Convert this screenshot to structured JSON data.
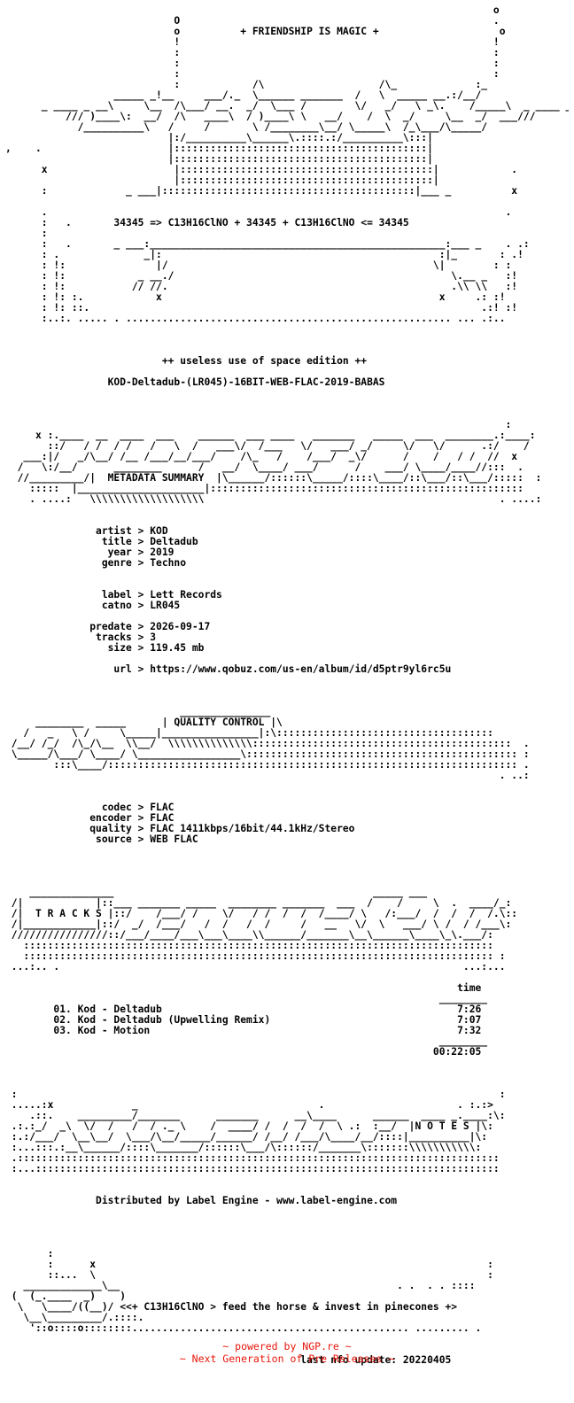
{
  "nfo": {
    "lines": [
      "                                                                                 o",
      "                            O                                                    .",
      "                            o          + FRIENDSHIP IS MAGIC +                    o",
      "                            !                                                    !",
      "                            :                                                    :",
      "                            :                                                    :",
      "                            :                                                    :",
      "                            :            /\\                   /\\_             :_",
      "                  _____ _!__     ___/._  \\______ _______  /   \\  _____ __.:/__/",
      "      _ ____ _ __\\     \\__  /\\___/ __.  _/  \\___ /        \\/   _/   \\ _\\.    /_____\\  _ ____ _",
      "          /// )____\\:  __/  /\\   ____\\  / )____\\ \\   __/    /  \\  _/     \\__  _/  ___/// ",
      "            /__________\\   /     /       \\ /________\\__/ \\_____\\  /_\\___/\\_____/",
      "                           |:/__________\\______\\.::::.:/__________\\:::|",
      ",    .                     |::::::::::::::::::::::::::::::::::::::::::|",
      "                           |::::::::::::::::::::::::::::::::::::::::::|",
      "      x                     |::::::::::::::::::::::::::::::::::::::::::|            .",
      "                            |::::::::::::::::::::::::::::::::::::::::::|",
      "      :             _ ___|::::::::::::::::::::::::::::::::::::::::::|___ _          x",
      "",
      "      .                                                                            .",
      "      :   .       34345 => C13H16ClNO + 34345 + C13H16ClNO <= 34345",
      "      :",
      "      :   .       _ ___:_________________________________________________:___ _    . .:",
      "      : .              _|:                                              :|_       : .!",
      "      : !:               |/                                            \\|        : :",
      "      : !:            _ __./                                              \\.__ _   :!",
      "      : !:           // //.                                               .\\\\ \\\\   :!",
      "      : !: :.            x                                              x     .: :!",
      "      : !: ::.                                                                 .:! :!",
      "      :..:. ..... . ...................................................... ... .:..",
      "",
      "",
      "",
      "                          ++ useless use of space edition ++",
      "",
      "                 KOD-Deltadub-(LR045)-16BIT-WEB-FLAC-2019-BABAS",
      "",
      "",
      "",
      "                                                                                   :",
      "     x :.____  __  ____  ___    ______  ___ ____   _______   _____  ___  ________.:____:",
      "       ::/   / /  / /   /   \\  /   ___\\/  /___   \\/   ___/ _/     \\/   \\/      .:/    /",
      "   ___:|/   _/\\__/ /__ /___/__/___/    /\\_   /    /___/  _\\/      /    /   / /  //  x",
      "  /   \\:/__/      ________      /   __/  \\____/ ___/      /    ___/ \\____/____//:::  .",
      "  //_________/|  METADATA SUMMARY  |\\______/::::::\\_____/::::\\____/::\\___/::\\___/:::::  :",
      "    :::::  |_____________________|::::::::::::::::::::::::::::::::::::::::::::::::::::",
      "    . ....:   \\\\\\\\\\\\\\\\\\\\\\\\\\\\\\\\\\\\\\                                                 . ....:",
      "",
      "",
      "               artist > KOD",
      "                title > Deltadub",
      "                 year > 2019",
      "                genre > Techno",
      "",
      "",
      "                label > Lett Records",
      "                catno > LR045",
      "",
      "              predate > 2026-09-17",
      "               tracks > 3",
      "                 size > 119.45 mb",
      "",
      "                  url > https://www.qobuz.com/us-en/album/id/d5ptr9yl6rc5u",
      "",
      "",
      "",
      "                             _______________",
      "     ________  _____      | QUALITY CONTROL |\\",
      "   /   _   \\ /     \\_____|________________|:\\::::::::::::::::::::::::::::::::::::",
      " /__/ /_/  /\\_/\\__  \\\\__/  \\\\\\\\\\\\\\\\\\\\\\\\\\\\:::::::::::::::::::::::::::::::::::::::::::  .",
      " \\_____/\\___/ \\____/ \\_________________\\::::::::::::::::::::::::::::::::::::::::::::: :",
      "        :::\\____/:::::::::::::::::::::::::::::::::::::::::::::::::::::::::::::::::::: .",
      "                                                                                  . ..:",
      "",
      "",
      "                codec > FLAC",
      "              encoder > FLAC",
      "              quality > FLAC 1411kbps/16bit/44.1kHz/Stereo",
      "               source > WEB FLAC",
      "",
      "",
      "",
      "",
      "    ______________                                           _____ ___",
      " /|            |::___ _______ _____  ________ _______  ___  /    /     \\  .  ____/_:",
      " /|  T R A C K S |::/    /___/ /    \\/   / /  /  /  /____/ \\   /:___/  /  /  /  /.\\::",
      " /|____________|::/  _/  /___/   /  /   /  /     /   __   \\/  \\   ___/ \\ /  / /___\\:",
      " ////////////////::/___/____/___\\___\\____\\\\______/_______\\__\\______\\____\\_\\.___/:",
      "   ::::::::::::::::::::::::::::::::::::::::::::::::::::::::::::::::::::::::::::::",
      "   :::::::::::::::::::::::::::::::::::::::::::::::::::::::::::::::::::::::::::::: :",
      " ...:.. .                                                                   ...:...",
      "",
      "                                                                           time",
      "                                                                        ________",
      "        01. Kod - Deltadub                                                 7:26",
      "        02. Kod - Deltadub (Upwelling Remix)                               7:07",
      "        03. Kod - Motion                                                   7:32",
      "                                                                        ________",
      "                                                                       00:22:05",
      "",
      "",
      "",
      " :                                                                                :",
      " .....:x             _                              .                      . :.:>",
      "    .::.    _________/_______      _______      __\\____      ______  ____ _.____:\\:",
      " .:.:_/  _\\  \\/  /   /  / ._ \\    /  ____/ /  /  /  /  \\ .:  :__/  |N O T E S |\\:",
      " :.:/___/  \\__\\__/  \\___/\\__/_____/______/ /__/ /___/\\____/__/::::|__________|\\:",
      " :...:::.:__\\______/::::\\_______/::::::\\___/\\::::::/_______\\:::::::\\\\\\\\\\\\\\\\\\\\\\:",
      " .::::::::::::::::::::::::::::::::::::::::::::::::::::::::::::::::::::::::::::::::",
      " :...:::::::::::::::::::::::::::::::::::::::::::::::::::::::::::::::::::::::::::::",
      "",
      "",
      "               Distributed by Label Engine - www.label-engine.com",
      "",
      "",
      "",
      "",
      "       :",
      "       :      x                                                                 :",
      "       ::...  \\                                                                 :",
      "   _____________\\__                                              . .  . . ::::",
      " (  (_.____  _)    )",
      "  \\   \\____/((__)/ <<+ C13H16ClNO > feed the horse & invest in pinecones +>",
      "   \\__\\_________/.::::.",
      "    '::o::::o::::::::.............................................. ......... .",
      "",
      "",
      "                                                 last nfo update: 20220405"
    ]
  },
  "footer": {
    "powered_by": "~ powered by NGP.re ~",
    "tagline": "~ Next Generation of Pre Releases ~"
  }
}
